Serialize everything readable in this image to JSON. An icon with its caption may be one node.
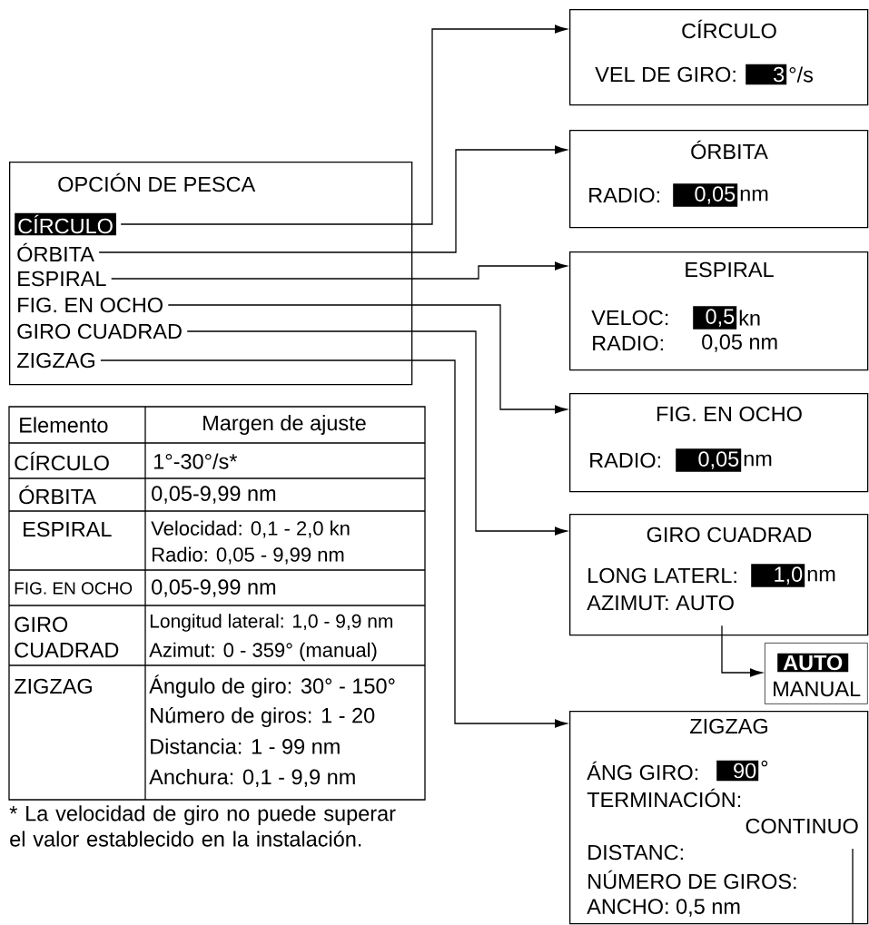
{
  "diagram": {
    "nodes": [
      {
        "text": [
          "OPCIÓN DE PESCA"
        ]
      },
      {
        "text": [
          "CÍRCULO"
        ],
        "in": 0
      },
      {
        "text": [
          "ÓRBITA"
        ],
        "in": 0
      },
      {
        "text": [
          "ESPIRAL"
        ],
        "in": 0
      },
      {
        "text": [
          "FIG. EN OCHO"
        ],
        "in": 0
      },
      {
        "text": [
          "GIRO CUADRAD"
        ],
        "in": 0
      },
      {
        "text": [
          "ZIGZAG"
        ],
        "in": 0
      },
      {
        "text": [
          "CÍRCULO",
          "VEL DE GIRO:",
          "3",
          "°/s"
        ]
      },
      {
        "text": [
          "ÓRBITA",
          "RADIO:",
          "0,05",
          "nm"
        ]
      },
      {
        "text": [
          "ESPIRAL",
          "VELOC:",
          "0,5",
          "kn",
          "RADIO:",
          "0,05 nm"
        ]
      },
      {
        "text": [
          "FIG. EN OCHO",
          "RADIO:",
          "0,05",
          "nm"
        ]
      },
      {
        "text": [
          "GIRO CUADRAD",
          "LONG LATERL:",
          "1,0",
          "nm",
          "AZIMUT: AUTO"
        ]
      },
      {
        "text": [
          "AUTO",
          "MANUAL"
        ]
      },
      {
        "text": [
          "ZIGZAG",
          "ÁNG GIRO:",
          "90",
          "°",
          "TERMINACIÓN:",
          "CONTINUO",
          "DISTANC:",
          "NÚMERO DE GIROS:",
          "ANCHO: 0,5 nm"
        ]
      }
    ],
    "edges": [
      {
        "from": 1,
        "to": 7,
        "arrow": "to"
      },
      {
        "from": 2,
        "to": 8,
        "arrow": "to"
      },
      {
        "from": 3,
        "to": 9,
        "arrow": "to"
      },
      {
        "from": 4,
        "to": 10,
        "arrow": "to"
      },
      {
        "from": 5,
        "to": 11,
        "arrow": "to"
      },
      {
        "from": 6,
        "to": 13,
        "arrow": "to"
      },
      {
        "from": 11,
        "to": 12,
        "arrow": "to"
      }
    ],
    "labels": [
      "Elemento",
      "Margen de ajuste",
      "CÍRCULO",
      "1°-30°/s*",
      "ÓRBITA",
      "0,05-9,99 nm",
      "ESPIRAL",
      "Velocidad: 0,1 - 2,0 kn",
      "Radio: 0,05 - 9,99 nm",
      "FIG. EN OCHO",
      "0,05-9,99 nm",
      "GIRO CUADRAD",
      "Longitud lateral: 1,0 - 9,9 nm",
      "Azimut: 0 - 359° (manual)",
      "ZIGZAG",
      "Ángulo de giro: 30° - 150°",
      "Número de giros: 1 - 20",
      "Distancia: 1 - 99 nm",
      "Anchura: 0,1 - 9,9 nm",
      "* La velocidad de giro no puede superar el valor establecido en la instalación."
    ]
  }
}
